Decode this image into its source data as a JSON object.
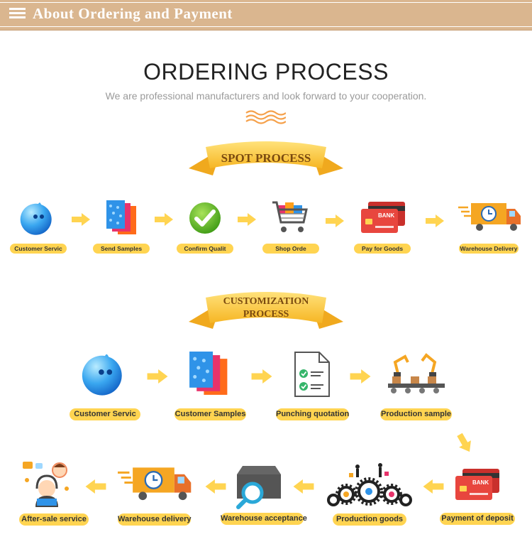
{
  "header": {
    "title": "About  Ordering  and  Payment",
    "icon": "menu-icon"
  },
  "heading": {
    "title": "ORDERING PROCESS",
    "subtitle": "We are professional manufacturers and look forward to your cooperation."
  },
  "spot": {
    "ribbon": "SPOT PROCESS",
    "steps": [
      "Customer Servic",
      "Send Samples",
      "Confirm Qualit",
      "Shop Orde",
      "Pay for Goods",
      "Warehouse Delivery"
    ]
  },
  "custom": {
    "ribbon_line1": "CUSTOMIZATION",
    "ribbon_line2": "PROCESS",
    "row1": [
      "Customer Servic",
      "Customer Samples",
      "Punching quotation",
      "Production sample"
    ],
    "row2": [
      "After-sale service",
      "Warehouse delivery",
      "Warehouse acceptance",
      "Production goods",
      "Payment of deposit"
    ]
  },
  "icons": {
    "bank_card_text": "BANK",
    "names": [
      "chat-bubble-icon",
      "fabric-samples-icon",
      "checkmark-icon",
      "shopping-cart-icon",
      "bank-card-icon",
      "delivery-truck-icon",
      "quotation-document-icon",
      "robot-arm-factory-icon",
      "gears-team-icon",
      "warehouse-box-search-icon",
      "customer-support-icon",
      "arrow-icon"
    ]
  },
  "colors": {
    "header_bg": "#dab68f",
    "label_bg": "#ffd451",
    "ribbon": "#ffc93a",
    "arrow": "#ffd451",
    "accent_orange": "#f5a623"
  }
}
